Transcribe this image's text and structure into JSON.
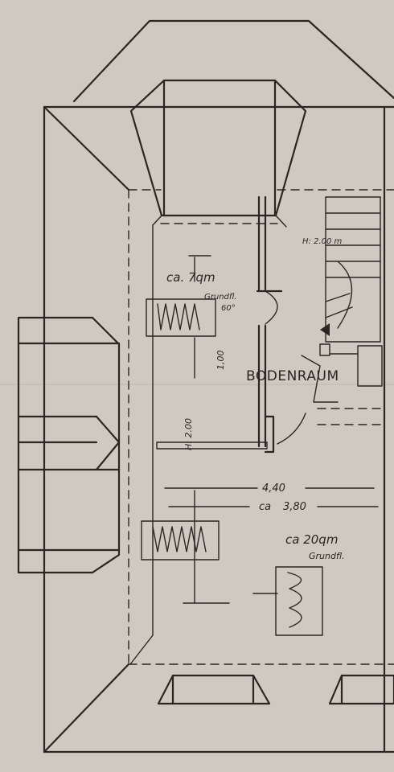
{
  "room_label": "BODENRAUM",
  "small_room": {
    "area": "ca. 7qm",
    "note": "Grundfl.",
    "angle": "60°"
  },
  "large_room": {
    "area": "ca 20qm",
    "note": "Grundfl."
  },
  "dimensions": {
    "total_width": "4,40",
    "inner_width_prefix": "ca",
    "inner_width": "3,80",
    "height": "H: 2.00 m",
    "vertical_1": "H: 2.00",
    "vertical_2": "1,00"
  },
  "colors": {
    "paper": "#cfc9c1",
    "ink": "#2a2622"
  }
}
